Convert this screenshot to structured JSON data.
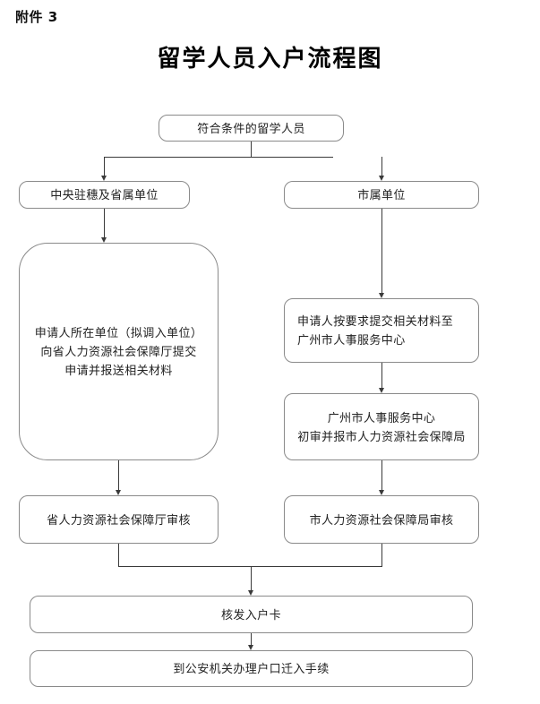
{
  "document": {
    "attachment_label": "附件 3",
    "title": "留学人员入户流程图"
  },
  "flow": {
    "start": {
      "label": "符合条件的留学人员"
    },
    "branch_left": {
      "unit": "中央驻穗及省属单位",
      "apply": "申请人所在单位（拟调入单位）\n向省人力资源社会保障厅提交\n申请并报送相关材料",
      "review": "省人力资源社会保障厅审核"
    },
    "branch_right": {
      "unit": "市属单位",
      "submit": "申请人按要求提交相关材料至\n广州市人事服务中心",
      "preliminary": "广州市人事服务中心\n初审并报市人力资源社会保障局",
      "review": "市人力资源社会保障局审核"
    },
    "issue_card": {
      "label": "核发入户卡"
    },
    "final_step": {
      "label": "到公安机关办理户口迁入手续"
    }
  },
  "style": {
    "node_border_color": "#8a8a8a",
    "connector_color": "#3a3a3a",
    "text_color": "#222222",
    "background": "#ffffff"
  }
}
